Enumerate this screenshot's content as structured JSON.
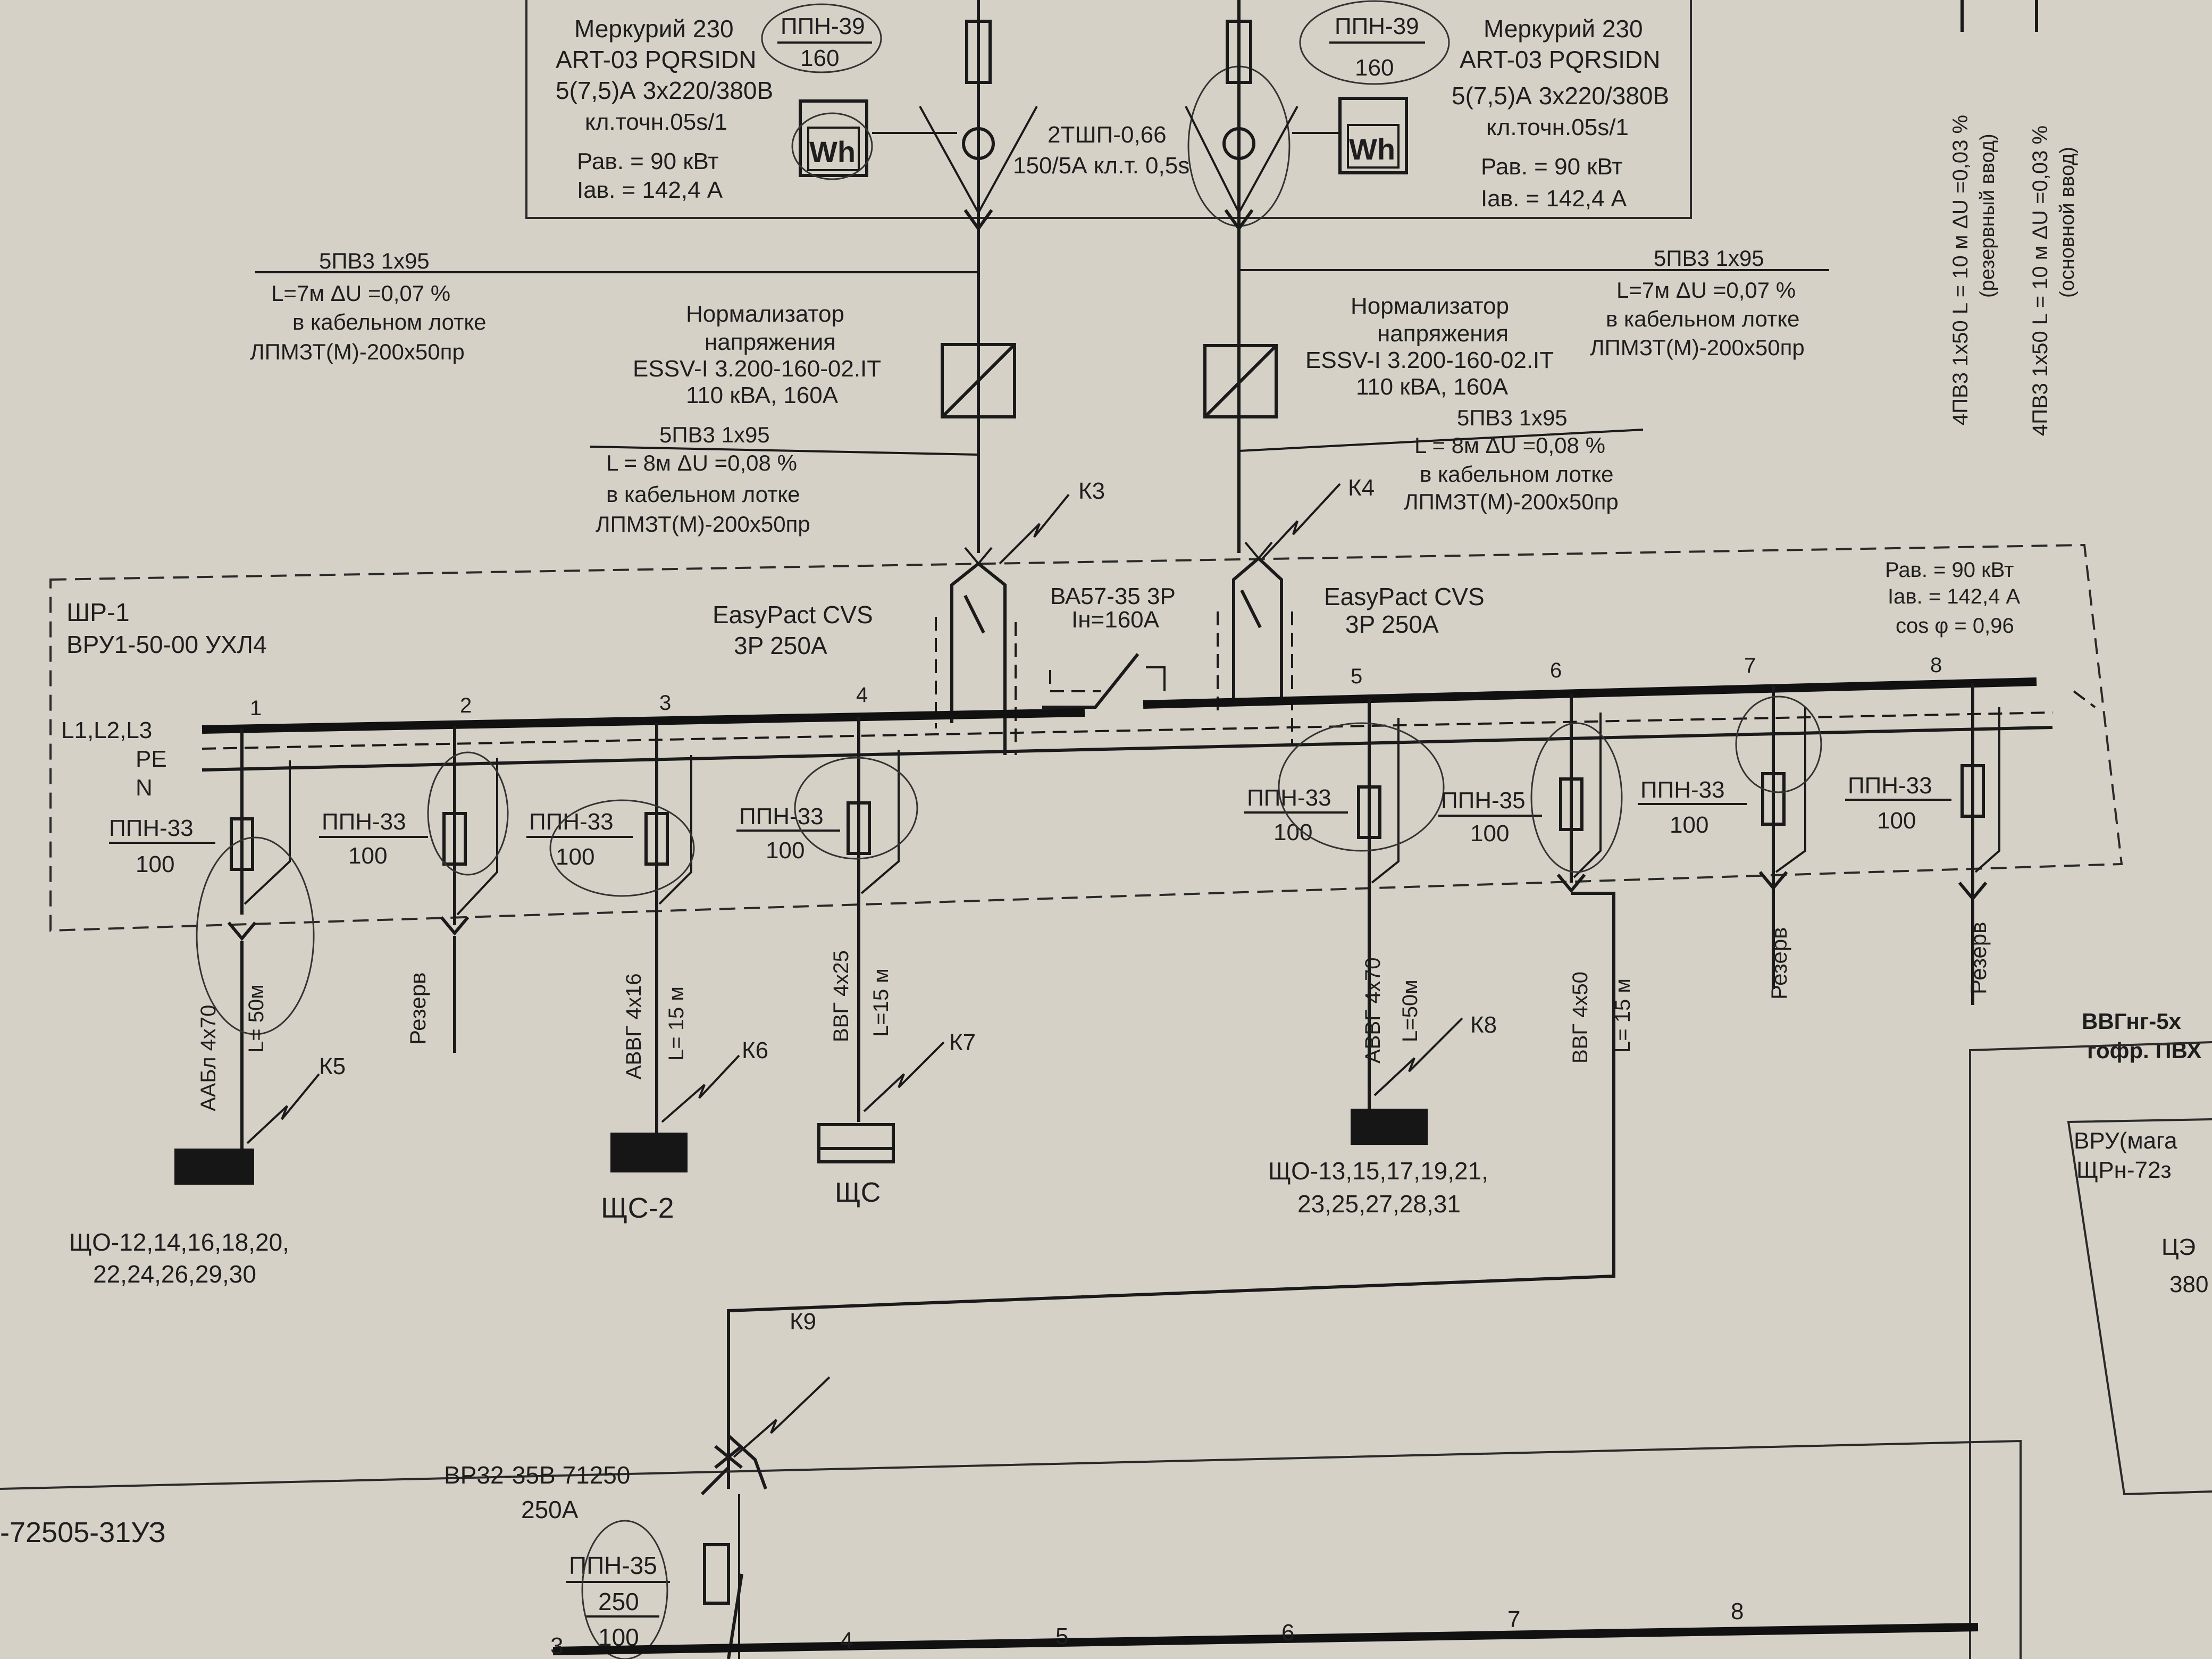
{
  "meters": [
    {
      "model": "Меркурий 230",
      "type": "ART-03 PQRSIDN",
      "rating": "5(7,5)А 3х220/380В",
      "accuracy": "кл.точн.05s/1",
      "power": "Рав. = 90 кВт",
      "current": "Iав. = 142,4 А",
      "fuse": "ППН-39",
      "fuse_rating": "160",
      "symbol": "Wh"
    },
    {
      "model": "Меркурий 230",
      "type": "ART-03 PQRSIDN",
      "rating": "5(7,5)А 3х220/380В",
      "accuracy": "кл.точн.05s/1",
      "power": "Рав. = 90 кВт",
      "current": "Iав. = 142,4 А",
      "fuse": "ППН-39",
      "fuse_rating": "160",
      "symbol": "Wh"
    }
  ],
  "ct": {
    "type": "2ТШП-0,66",
    "ratio": "150/5А кл.т. 0,5s"
  },
  "cables_top": [
    {
      "cable": "5ПВ3 1х95",
      "length": "L=7м ΔU =0,07 %",
      "route": "в кабельном лотке",
      "tray": "ЛПМЗТ(М)-200х50пр"
    },
    {
      "cable": "5ПВ3 1х95",
      "length": "L=7м ΔU =0,07 %",
      "route": "в кабельном лотке",
      "tray": "ЛПМЗТ(М)-200х50пр"
    }
  ],
  "normalizers": [
    {
      "title": "Нормализатор",
      "title2": "напряжения",
      "model": "ESSV-I 3.200-160-02.IT",
      "rating": "110 кВА, 160А"
    },
    {
      "title": "Нормализатор",
      "title2": "напряжения",
      "model": "ESSV-I 3.200-160-02.IT",
      "rating": "110 кВА, 160А"
    }
  ],
  "cables_mid": [
    {
      "cable": "5ПВ3 1х95",
      "length": "L = 8м ΔU =0,08 %",
      "route": "в кабельном лотке",
      "tray": "ЛПМЗТ(М)-200х50пр"
    },
    {
      "cable": "5ПВ3 1х95",
      "length": "L = 8м ΔU =0,08 %",
      "route": "в кабельном лотке",
      "tray": "ЛПМЗТ(М)-200х50пр"
    }
  ],
  "fault_points": {
    "k3": "К3",
    "k4": "К4",
    "k5": "К5",
    "k6": "К6",
    "k7": "К7",
    "k8": "К8",
    "k9": "К9"
  },
  "breakers": {
    "left": {
      "name": "EasyPact CVS",
      "poles": "3P  250A"
    },
    "right": {
      "name": "EasyPact CVS",
      "poles": "3P  250A"
    },
    "tie": {
      "name": "ВА57-35 3Р",
      "rating": "Iн=160А"
    }
  },
  "panel": {
    "id": "ШР-1",
    "type": "ВРУ1-50-00 УХЛ4",
    "power": "Рав. = 90 кВт",
    "current": "Iав. = 142,4 А",
    "cos": "cos φ = 0,96"
  },
  "bus_labels": {
    "l": "L1,L2,L3",
    "pe": "PE",
    "n": "N"
  },
  "feeders": [
    {
      "num": "1",
      "fuse": "ППН-33",
      "rating": "100",
      "cable": "ААБл 4х70",
      "length": "L= 50м"
    },
    {
      "num": "2",
      "fuse": "ППН-33",
      "rating": "100",
      "spare": "Резерв"
    },
    {
      "num": "3",
      "fuse": "ППН-33",
      "rating": "100",
      "cable": "АВВГ 4х16",
      "length": "L= 15 м"
    },
    {
      "num": "4",
      "fuse": "ППН-33",
      "rating": "100",
      "cable": "ВВГ 4х25",
      "length": "L=15 м"
    },
    {
      "num": "5",
      "fuse": "ППН-33",
      "rating": "100",
      "cable": "АВВГ 4х70",
      "length": "L=50м"
    },
    {
      "num": "6",
      "fuse": "ППН-35",
      "rating": "100",
      "cable": "ВВГ 4х50",
      "length": "L= 15 м"
    },
    {
      "num": "7",
      "fuse": "ППН-33",
      "rating": "100",
      "spare": "Резерв"
    },
    {
      "num": "8",
      "fuse": "ППН-33",
      "rating": "100",
      "spare": "Резерв"
    }
  ],
  "loads": {
    "shchc2": "ЩС-2",
    "shchs": "ЩС",
    "shco_left": {
      "line1": "ЩО-12,14,16,18,20,",
      "line2": "22,24,26,29,30"
    },
    "shco_right": {
      "line1": "ЩО-13,15,17,19,21,",
      "line2": "23,25,27,28,31"
    }
  },
  "side_cables": [
    {
      "line1": "4ПВ3 1х50   L = 10 м  ΔU =0,03 %",
      "line2": "(резервный ввод)"
    },
    {
      "line1": "4ПВ3 1х50   L = 10 м  ΔU =0,03 %",
      "line2": "(основной ввод)"
    }
  ],
  "right_partial": {
    "cable": "ВВГнг-5х",
    "pipe": "гофр. ПВХ",
    "vru": "ВРУ(мага",
    "panel": "ЩРн-72з",
    "c1": "ЦЭ",
    "c2": "380"
  },
  "lower": {
    "switch": "ВР32-35В 71250",
    "switch_rating": "250А",
    "fuse": "ППН-35",
    "fuse_r1": "250",
    "fuse_r2": "100",
    "left_code": "-72505-31УЗ",
    "nums": [
      "3",
      "4",
      "5",
      "6",
      "7",
      "8"
    ]
  }
}
